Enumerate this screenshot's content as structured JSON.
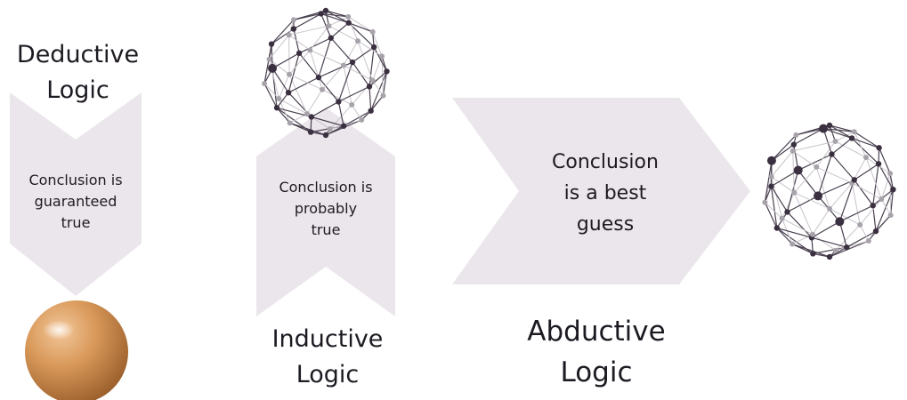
{
  "deductive": {
    "title_line1": "Deductive",
    "title_line2": "Logic",
    "text_line1": "Conclusion is",
    "text_line2": "guaranteed",
    "text_line3": "true",
    "icon": "sphere-icon"
  },
  "inductive": {
    "title_line1": "Inductive",
    "title_line2": "Logic",
    "text_line1": "Conclusion is",
    "text_line2": "probably",
    "text_line3": "true",
    "icon": "network-sphere-icon"
  },
  "abductive": {
    "title_line1": "Abductive",
    "title_line2": "Logic",
    "text_line1": "Conclusion",
    "text_line2": "is a best",
    "text_line3": "guess",
    "icon": "network-sphere-icon"
  },
  "colors": {
    "shape_fill": "#ebe6ec",
    "node_dark": "#3b3040",
    "node_light": "#a8a3ab",
    "sphere_orange": "#d79a5c"
  }
}
